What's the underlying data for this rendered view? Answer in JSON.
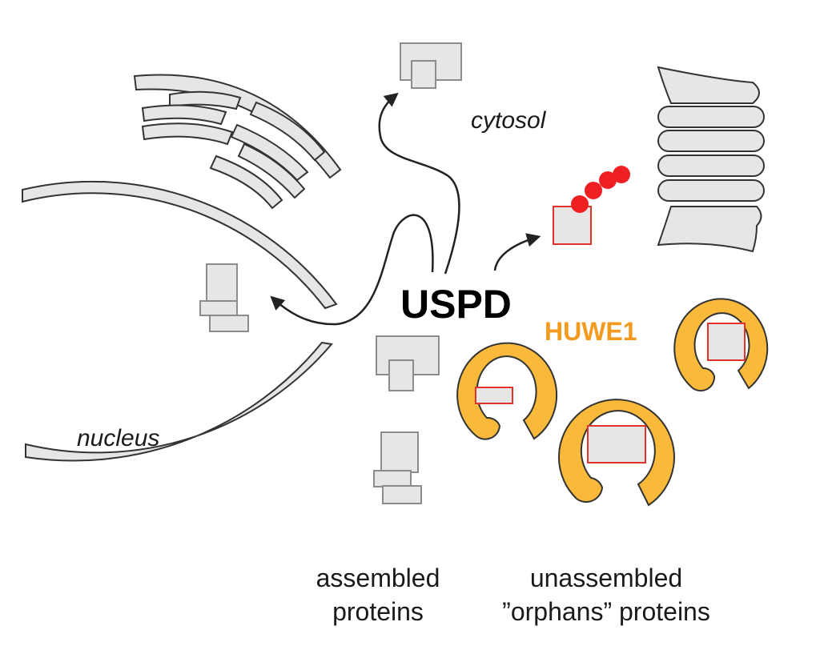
{
  "labels": {
    "cytosol": "cytosol",
    "nucleus": "nucleus",
    "uspd": "USPD",
    "huwe1": "HUWE1",
    "assembled_line1": "assembled",
    "assembled_line2": "proteins",
    "unassembled_line1": "unassembled",
    "unassembled_line2": "”orphans” proteins"
  },
  "colors": {
    "huwe1": "#f9ba3b",
    "huwe1_text": "#f39a1f",
    "ubiquitin": "#ee2024",
    "orphan_outline": "#e0332b",
    "protein_fill": "#e6e6e6",
    "protein_outline": "#8c8c8c",
    "membrane_fill": "#e6e6e6"
  }
}
